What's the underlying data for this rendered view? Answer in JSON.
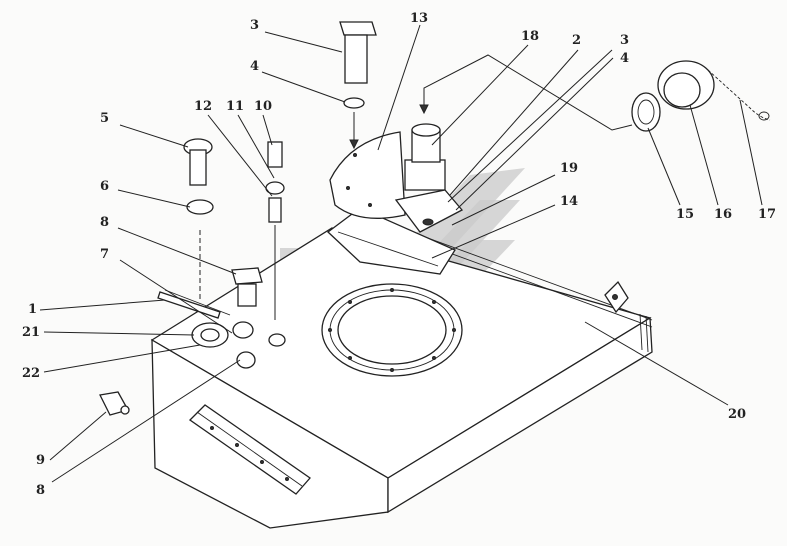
{
  "figure": {
    "callouts": [
      {
        "id": "c3a",
        "text": "3"
      },
      {
        "id": "c13",
        "text": "13"
      },
      {
        "id": "c18",
        "text": "18"
      },
      {
        "id": "c2",
        "text": "2"
      },
      {
        "id": "c3b",
        "text": "3"
      },
      {
        "id": "c4b",
        "text": "4"
      },
      {
        "id": "c4a",
        "text": "4"
      },
      {
        "id": "c12",
        "text": "12"
      },
      {
        "id": "c11",
        "text": "11"
      },
      {
        "id": "c10",
        "text": "10"
      },
      {
        "id": "c5",
        "text": "5"
      },
      {
        "id": "c6",
        "text": "6"
      },
      {
        "id": "c8a",
        "text": "8"
      },
      {
        "id": "c7",
        "text": "7"
      },
      {
        "id": "c1",
        "text": "1"
      },
      {
        "id": "c21",
        "text": "21"
      },
      {
        "id": "c22",
        "text": "22"
      },
      {
        "id": "c9",
        "text": "9"
      },
      {
        "id": "c8b",
        "text": "8"
      },
      {
        "id": "c19",
        "text": "19"
      },
      {
        "id": "c14",
        "text": "14"
      },
      {
        "id": "c15",
        "text": "15"
      },
      {
        "id": "c16",
        "text": "16"
      },
      {
        "id": "c17",
        "text": "17"
      },
      {
        "id": "c20",
        "text": "20"
      }
    ]
  }
}
